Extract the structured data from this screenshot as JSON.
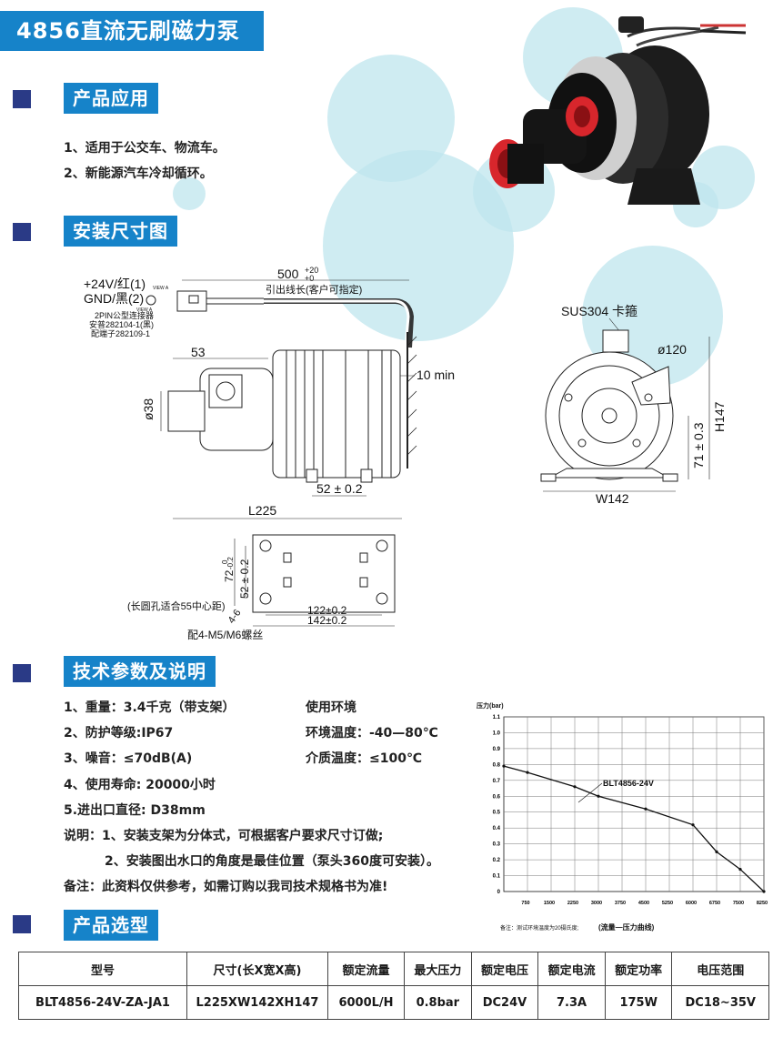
{
  "title": "4856直流无刷磁力泵",
  "sections": {
    "application": {
      "label": "产品应用",
      "items": [
        "1、适用于公交车、物流车。",
        "2、新能源汽车冷却循环。"
      ]
    },
    "install": {
      "label": "安装尺寸图",
      "wiring": {
        "pos": "+24V/红(1)",
        "gnd": "GND/黑(2)",
        "connector1": "2PIN公型连接器",
        "connector2": "安普282104-1(黑)",
        "connector3": "配端子282109-1",
        "view_a": "VIEW A",
        "cable_len": "500",
        "cable_tol_plus": "+20",
        "cable_tol_zero": "+0",
        "cable_note": "引出线长(客户可指定)",
        "min_gap": "10 min"
      },
      "side": {
        "d53": "53",
        "d38": "ø38",
        "d52": "52 ± 0.2",
        "l225": "L225"
      },
      "front": {
        "clamp": "SUS304 卡箍",
        "d120": "ø120",
        "h147": "H147",
        "h71": "71 ± 0.3",
        "w142": "W142"
      },
      "base": {
        "d72": "72",
        "d72tol": "-0.2",
        "d72tol0": "0",
        "d52": "52 ± 0.2",
        "d122": "122±0.2",
        "d142": "142±0.2",
        "slot_note": "(长圆孔适合55中心距)",
        "holes": "4-6",
        "screws": "配4-M5/M6螺丝"
      }
    },
    "tech": {
      "label": "技术参数及说明",
      "left": [
        "1、重量：3.4千克（带支架）",
        "2、防护等级:IP67",
        "3、噪音：≤70dB(A)",
        "4、使用寿命: 20000小时",
        "5.进出口直径: D38mm"
      ],
      "right_title": "使用环境",
      "right": [
        "环境温度：-40—80℃",
        "介质温度：≤100℃"
      ],
      "note1": "说明：1、安装支架为分体式，可根据客户要求尺寸订做;",
      "note2": "2、安装图出水口的角度是最佳位置（泵头360度可安装）。",
      "remark": "备注：此资料仅供参考，如需订购以我司技术规格书为准!"
    },
    "selection": {
      "label": "产品选型",
      "headers": [
        "型号",
        "尺寸(长X宽X高)",
        "额定流量",
        "最大压力",
        "额定电压",
        "额定电流",
        "额定功率",
        "电压范围"
      ],
      "row": [
        "BLT4856-24V-ZA-JA1",
        "L225XW142XH147",
        "6000L/H",
        "0.8bar",
        "DC24V",
        "7.3A",
        "175W",
        "DC18~35V"
      ]
    }
  },
  "chart_data": {
    "type": "line",
    "title": "(流量—压力曲线)",
    "ylabel": "压力(bar)",
    "note": "备注：测试环境温度为20摄氏度;",
    "series": [
      {
        "name": "BLT4856-24V",
        "x": [
          0,
          750,
          2250,
          3000,
          4500,
          6000,
          6750,
          7500,
          8250
        ],
        "y": [
          0.79,
          0.75,
          0.66,
          0.6,
          0.52,
          0.42,
          0.25,
          0.14,
          0
        ]
      }
    ],
    "xticks": [
      750,
      1500,
      2250,
      3000,
      3750,
      4500,
      5250,
      6000,
      6750,
      7500,
      8250
    ],
    "yticks": [
      0.1,
      0.2,
      0.3,
      0.4,
      0.5,
      0.6,
      0.7,
      0.8,
      0.9,
      1.0,
      1.1
    ],
    "xlim": [
      0,
      8250
    ],
    "ylim": [
      0,
      1.1
    ],
    "grid": true,
    "accent": "#1683c9"
  },
  "colors": {
    "banner": "#1683c9",
    "square": "#2a3a86",
    "bubble": "#bfe6ee"
  }
}
